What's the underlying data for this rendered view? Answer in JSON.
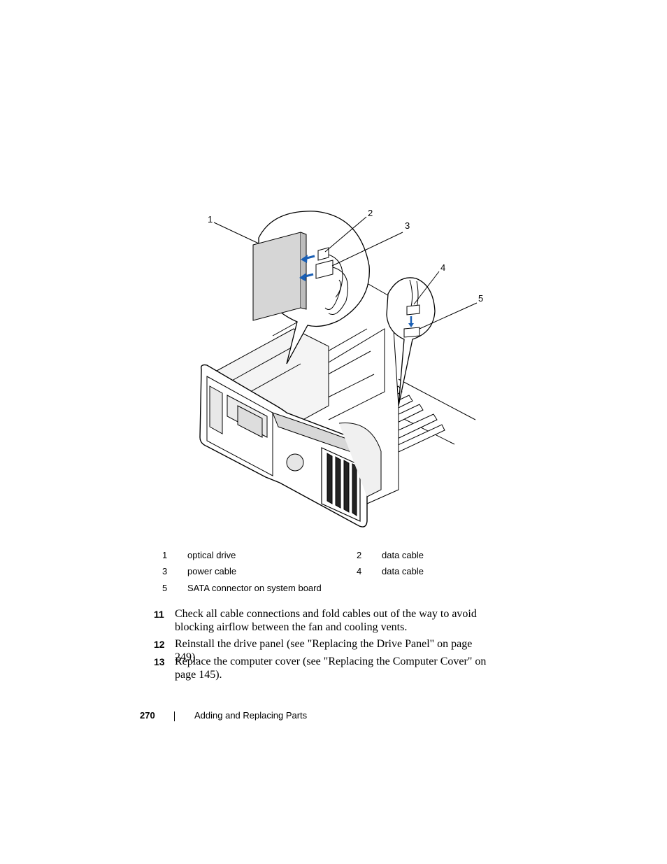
{
  "figure": {
    "callouts": [
      "1",
      "2",
      "3",
      "4",
      "5"
    ]
  },
  "legend": {
    "rows": [
      {
        "left_num": "1",
        "left_text": "optical drive",
        "right_num": "2",
        "right_text": "data cable"
      },
      {
        "left_num": "3",
        "left_text": "power cable",
        "right_num": "4",
        "right_text": "data cable"
      },
      {
        "left_num": "5",
        "left_text": "SATA connector on system board",
        "right_num": "",
        "right_text": ""
      }
    ]
  },
  "steps": [
    {
      "num": "11",
      "text": "Check all cable connections and fold cables out of the way to avoid blocking airflow between the fan and cooling vents."
    },
    {
      "num": "12",
      "text": "Reinstall the drive panel (see \"Replacing the Drive Panel\" on page 249)."
    },
    {
      "num": "13",
      "text": "Replace the computer cover (see \"Replacing the Computer Cover\" on page 145)."
    }
  ],
  "footer": {
    "page_number": "270",
    "section_title": "Adding and Replacing Parts"
  }
}
